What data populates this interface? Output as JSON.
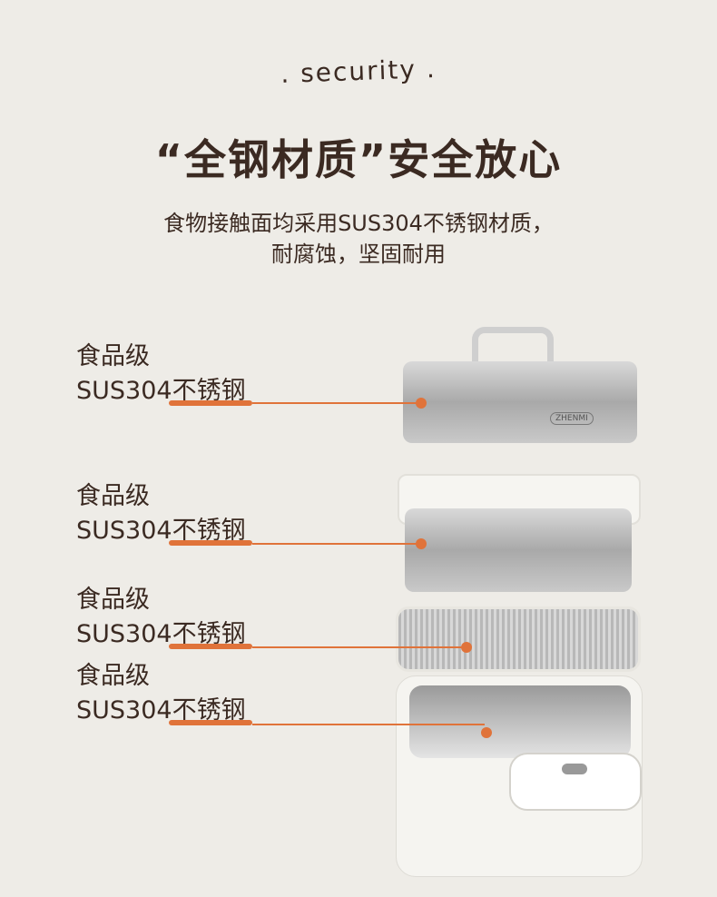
{
  "header": {
    "tagline": ". security .",
    "title": "“全钢材质”安全放心",
    "subtitle_line1": "食物接触面均采用SUS304不锈钢材质，",
    "subtitle_line2": "耐腐蚀，坚固耐用"
  },
  "layers": [
    {
      "line1": "食品级",
      "line2": "SUS304不锈钢"
    },
    {
      "line1": "食品级",
      "line2": "SUS304不锈钢"
    },
    {
      "line1": "食品级",
      "line2": "SUS304不锈钢"
    },
    {
      "line1": "食品级",
      "line2": "SUS304不锈钢"
    }
  ],
  "product": {
    "brand": "ZHENMI"
  },
  "colors": {
    "accent": "#e0733a",
    "text": "#3b2a22",
    "background": "#eeece7"
  }
}
